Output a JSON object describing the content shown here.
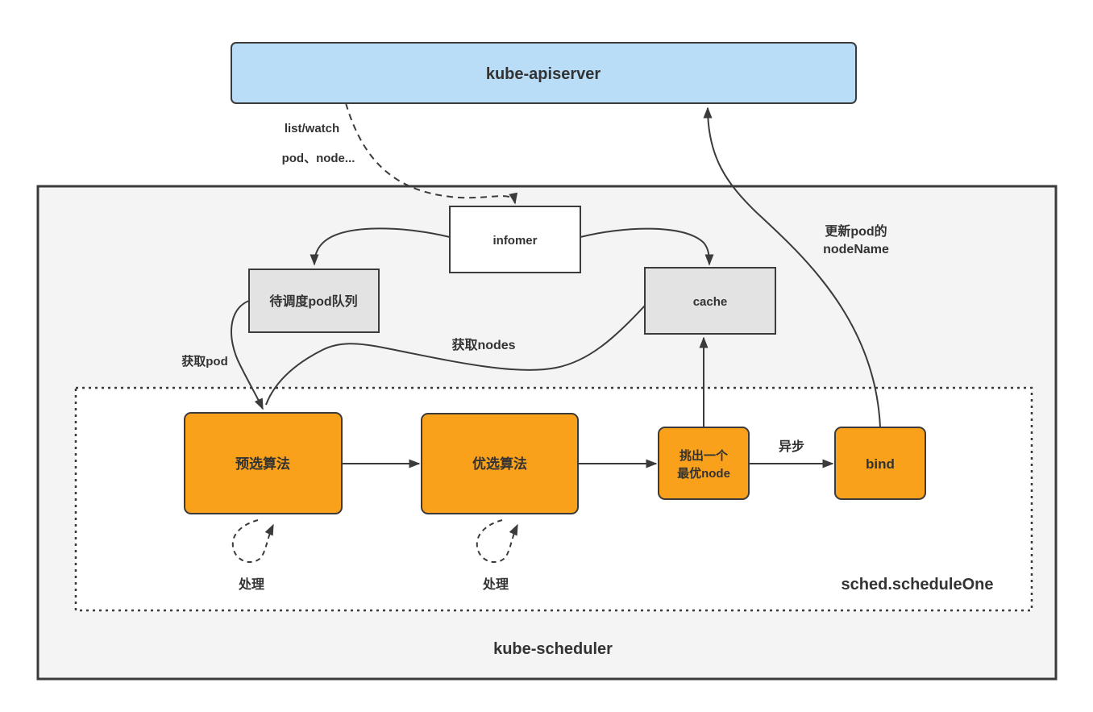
{
  "colors": {
    "api_blue": "#B9DCF7",
    "node_orange": "#F9A11B",
    "node_gray": "#E3E3E3",
    "node_white": "#FFFFFF",
    "scheduler_bg": "#F4F4F4",
    "inner_bg": "#FFFFFF",
    "line_dark": "#3B3B3B",
    "text_dark": "#333333"
  },
  "nodes": {
    "apiserver": {
      "label": "kube-apiserver"
    },
    "infomer": {
      "label": "infomer"
    },
    "pod_queue": {
      "label": "待调度pod队列"
    },
    "cache": {
      "label": "cache"
    },
    "predicates": {
      "label": "预选算法"
    },
    "priorities": {
      "label": "优选算法"
    },
    "pick_best": {
      "line1": "挑出一个",
      "line2": "最优node"
    },
    "bind": {
      "label": "bind"
    }
  },
  "containers": {
    "kube_scheduler": {
      "label": "kube-scheduler"
    },
    "schedule_one": {
      "label": "sched.scheduleOne"
    }
  },
  "edge_labels": {
    "list_watch": "list/watch",
    "list_watch_objects": "pod、node...",
    "get_pod": "获取pod",
    "get_nodes": "获取nodes",
    "async": "异步",
    "update_pod_line1": "更新pod的",
    "update_pod_line2": "nodeName",
    "process_left": "处理",
    "process_right": "处理"
  }
}
